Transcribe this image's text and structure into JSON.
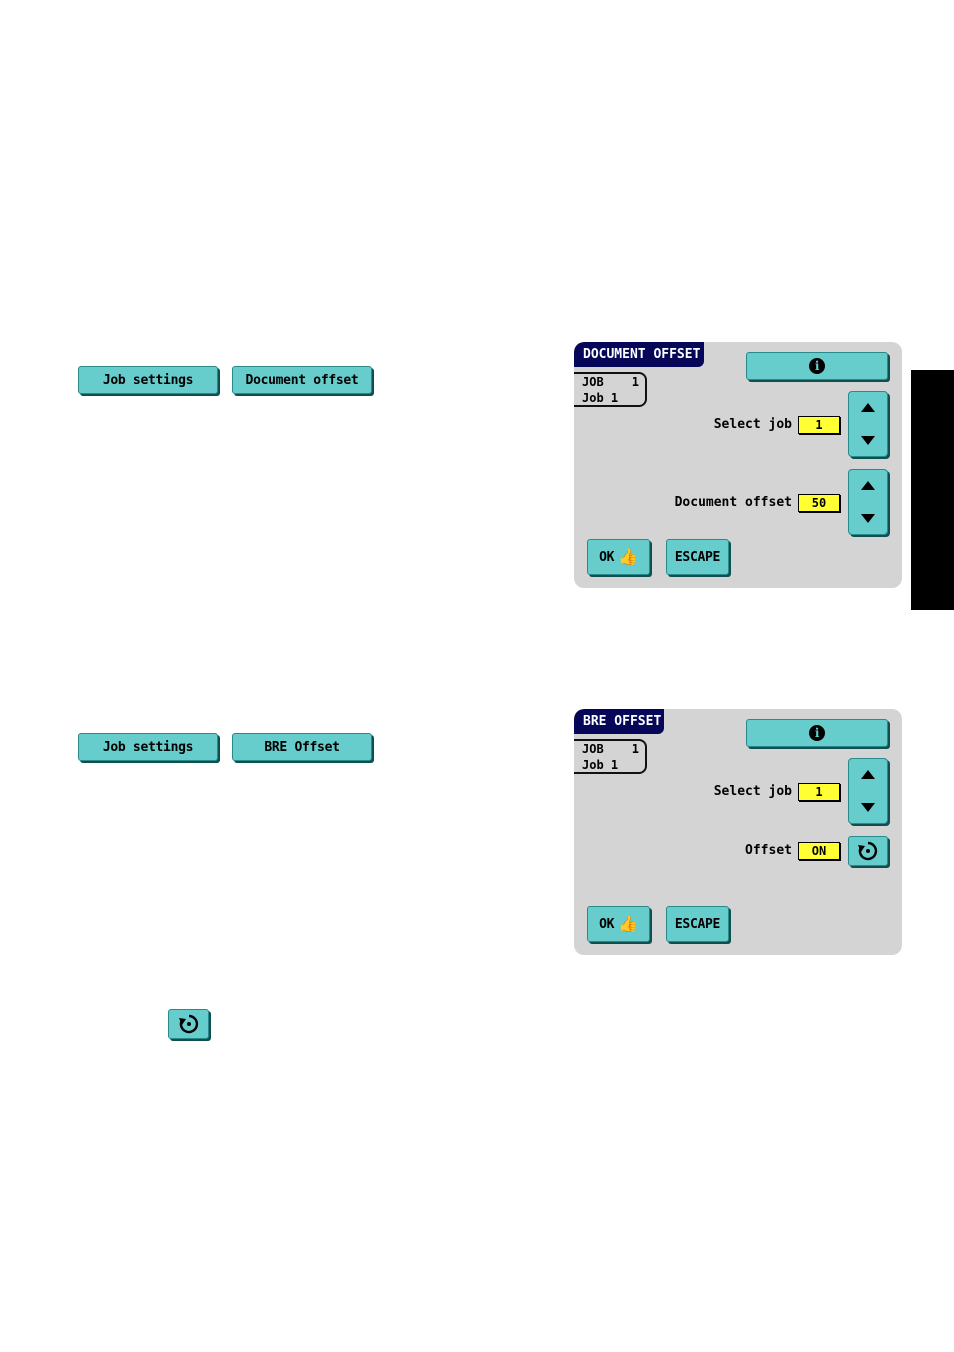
{
  "section1": {
    "breadcrumb": [
      "Job settings",
      "Document offset"
    ],
    "panel": {
      "title": "DOCUMENT OFFSET",
      "job_label": "JOB",
      "job_number": "1",
      "job_name": "Job 1",
      "select_job_label": "Select job",
      "select_job_value": "1",
      "offset_label": "Document offset",
      "offset_value": "50",
      "ok_label": "OK",
      "escape_label": "ESCAPE"
    }
  },
  "section2": {
    "breadcrumb": [
      "Job settings",
      "BRE Offset"
    ],
    "panel": {
      "title": "BRE OFFSET",
      "job_label": "JOB",
      "job_number": "1",
      "job_name": "Job 1",
      "select_job_label": "Select job",
      "select_job_value": "1",
      "offset_label": "Offset",
      "offset_value": "ON",
      "ok_label": "OK",
      "escape_label": "ESCAPE"
    }
  },
  "icons": {
    "info": "info-icon",
    "toggle": "cycle-toggle-icon",
    "ok": "thumbs-up-icon"
  },
  "colors": {
    "button": "#66cccc",
    "panel": "#d4d4d4",
    "title_bar": "#07075a",
    "value_field": "#ffff33"
  }
}
